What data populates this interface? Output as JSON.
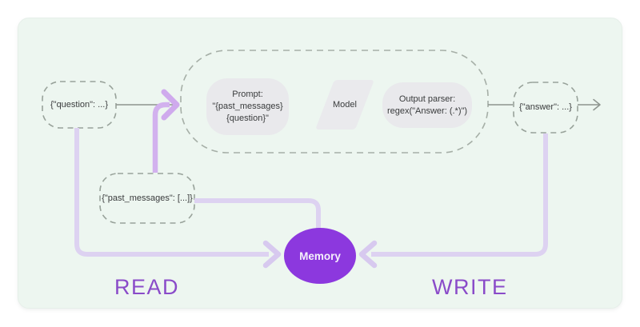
{
  "diagram": {
    "question": {
      "label": "{\"question\": ...}"
    },
    "chain": {
      "prompt": {
        "lines": [
          "Prompt:",
          "\"{past_messages}",
          "{question}\""
        ]
      },
      "model": {
        "label": "Model"
      },
      "output_parser": {
        "lines": [
          "Output parser:",
          "regex(\"Answer: (.*)\")"
        ]
      }
    },
    "answer": {
      "label": "{\"answer\": ...}"
    },
    "past_messages": {
      "label": "{\"past_messages\": [...]}"
    },
    "memory": {
      "label": "Memory"
    },
    "read_label": "READ",
    "write_label": "WRITE",
    "colors": {
      "panel_bg": "#edf6f0",
      "node_fill": "#e9e9ec",
      "dashed_border": "#9aa59c",
      "memory_fill": "#8c38de",
      "flow_label_text": "#8a4bc9",
      "pale_line": "#ddd2f1",
      "arrow_purple": "#cfaaed",
      "gray_line": "#8d948e"
    }
  }
}
